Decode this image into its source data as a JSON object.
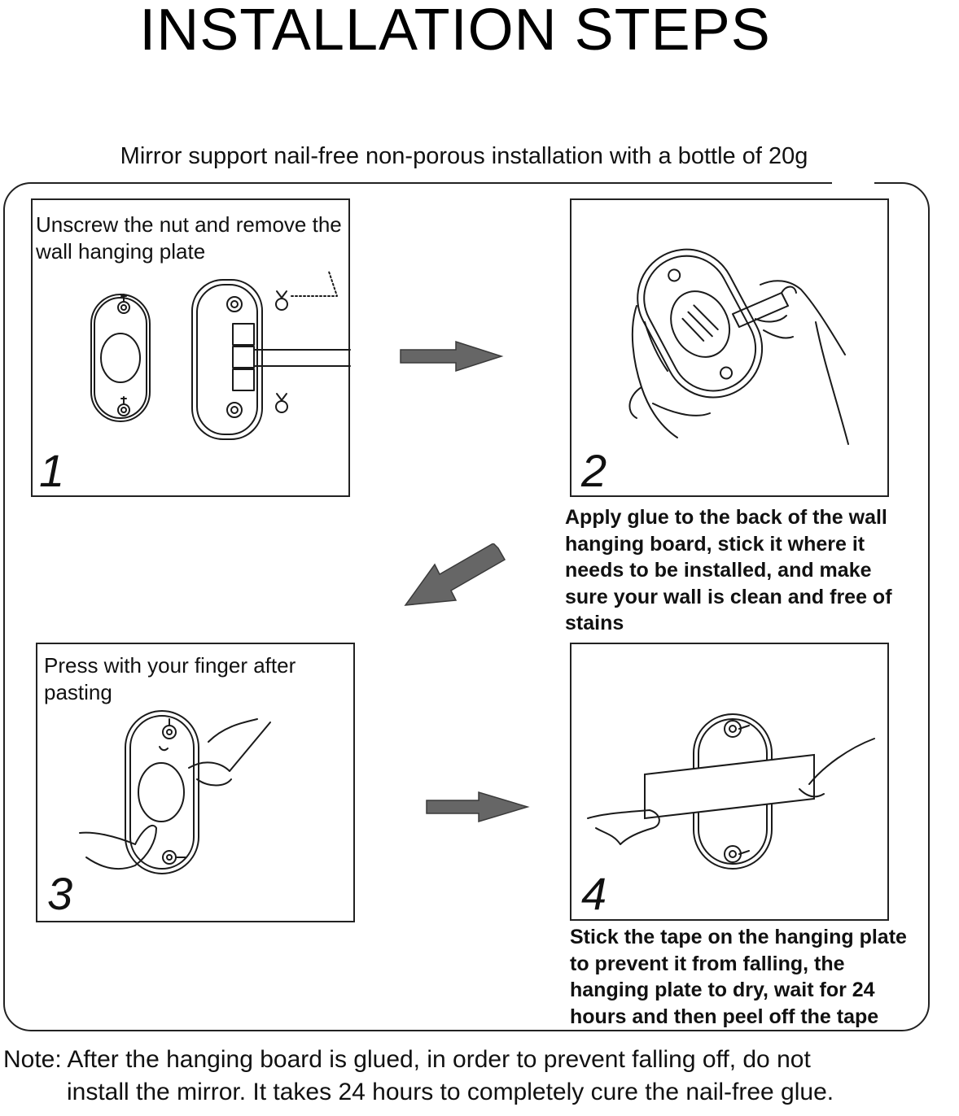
{
  "title": "INSTALLATION STEPS",
  "subtitle": "Mirror support nail-free non-porous installation with a bottle of 20g",
  "steps": [
    {
      "number": "1",
      "label": "Unscrew the nut and remove the wall hanging plate"
    },
    {
      "number": "2",
      "caption": "Apply glue to the back of the wall hanging board, stick it where it needs to be installed, and make sure your wall is clean and free of stains"
    },
    {
      "number": "3",
      "label": "Press with your finger after pasting"
    },
    {
      "number": "4",
      "caption": "Stick the tape on the hanging plate to prevent it from falling, the hanging plate to dry, wait for 24 hours and then peel off the tape"
    }
  ],
  "note": {
    "line1": "Note: After the hanging board is glued, in order to prevent falling off, do not",
    "line2": "install the mirror. It takes 24 hours to completely cure the nail-free glue."
  },
  "icons": [
    "wall-hanging-plate-icon",
    "hanging-bar-icon",
    "screw-nut-icon",
    "glue-bottle-hand-icon",
    "pressing-finger-icon",
    "tape-strip-hands-icon",
    "arrow-right-icon",
    "arrow-down-left-icon"
  ],
  "colors": {
    "ink": "#111111",
    "arrow": "#666666",
    "background": "#ffffff"
  }
}
